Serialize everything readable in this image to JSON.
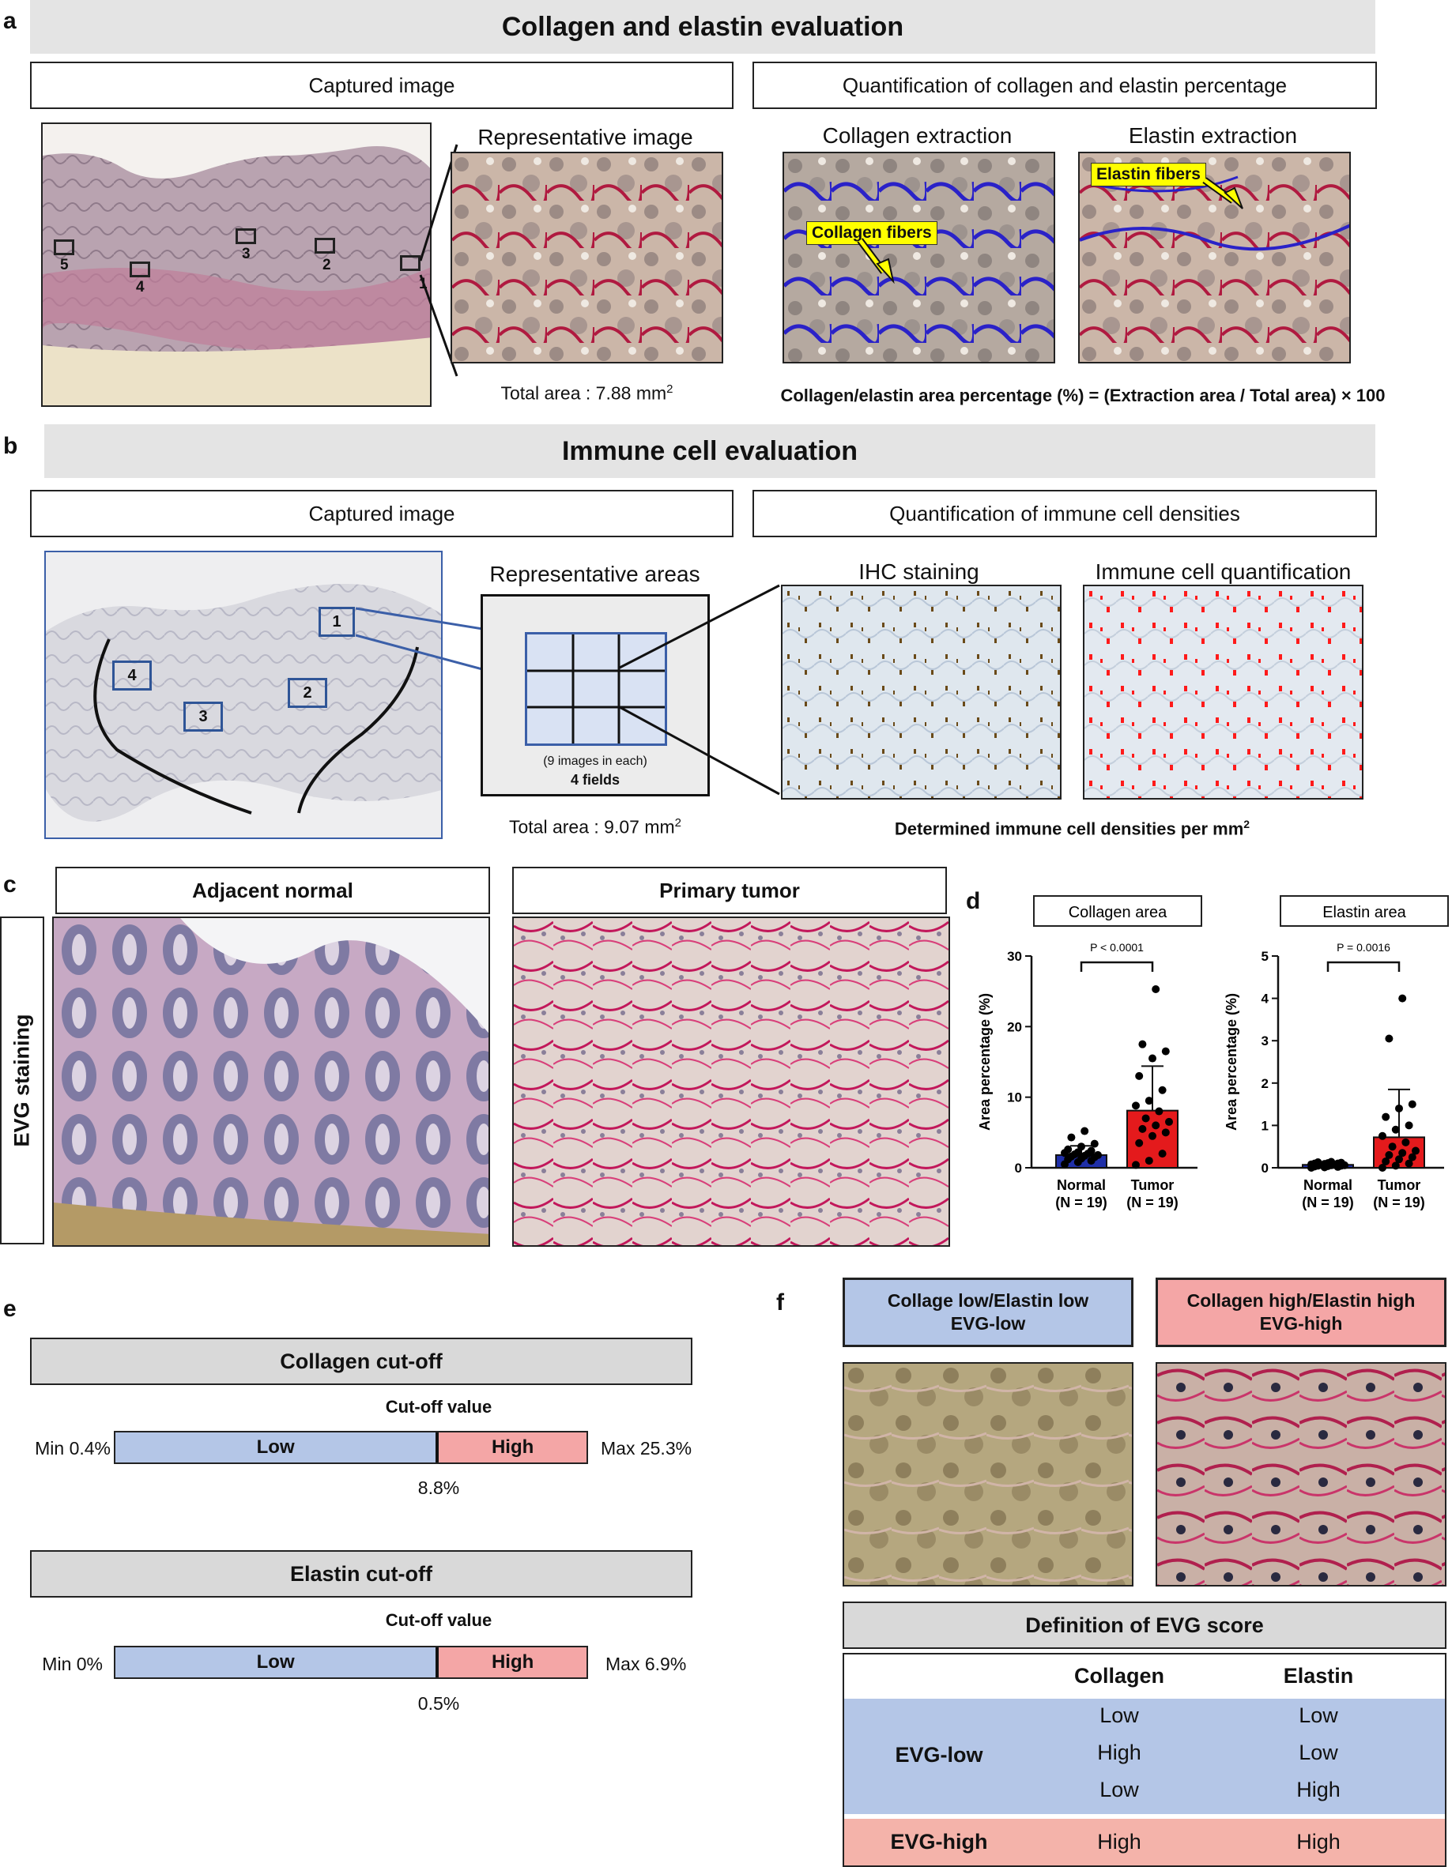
{
  "panel_a": {
    "letter": "a",
    "title": "Collagen and elastin evaluation",
    "captured_box": "Captured image",
    "quant_box": "Quantification of collagen and elastin percentage",
    "representative_label": "Representative image",
    "collagen_label": "Collagen extraction",
    "elastin_label": "Elastin extraction",
    "collagen_callout": "Collagen fibers",
    "elastin_callout": "Elastin fibers",
    "region_numbers": [
      "5",
      "4",
      "3",
      "2",
      "1"
    ],
    "total_area": "Total area : 7.88 mm",
    "total_area_sup": "2",
    "formula": "Collagen/elastin area percentage (%) = (Extraction area / Total area) × 100"
  },
  "panel_b": {
    "letter": "b",
    "title": "Immune cell evaluation",
    "captured_box": "Captured image",
    "quant_box": "Quantification of immune cell densities",
    "representative_label": "Representative areas",
    "ihc_label": "IHC staining",
    "quant_label": "Immune cell quantification",
    "region_numbers": [
      "1",
      "4",
      "2",
      "3"
    ],
    "grid_note": "(9 images in each)",
    "grid_fields": "4 fields",
    "total_area": "Total area : 9.07 mm",
    "total_area_sup": "2",
    "densities": "Determined immune cell densities per mm",
    "densities_sup": "2"
  },
  "panel_c": {
    "letter": "c",
    "normal_box": "Adjacent normal",
    "tumor_box": "Primary tumor",
    "side_label": "EVG staining"
  },
  "panel_d": {
    "letter": "d",
    "ylabel": "Area percentage (%)",
    "categories_line1": [
      "Normal",
      "Tumor"
    ],
    "categories_line2": [
      "(N = 19)",
      "(N = 19)"
    ]
  },
  "chart_data": [
    {
      "type": "bar",
      "title": "Collagen area",
      "ylabel": "Area percentage (%)",
      "categories": [
        "Normal (N = 19)",
        "Tumor (N = 19)"
      ],
      "values": [
        1.8,
        8.1
      ],
      "error_upper": [
        3.1,
        14.4
      ],
      "ylim": [
        0,
        30
      ],
      "yticks": [
        0,
        10,
        20,
        30
      ],
      "pvalue": "P < 0.0001",
      "colors": [
        "#1f2fa8",
        "#e41a1c"
      ],
      "points": [
        [
          0.5,
          0.8,
          1.0,
          1.2,
          1.3,
          1.5,
          1.6,
          1.7,
          1.8,
          1.9,
          2.0,
          2.1,
          2.2,
          2.4,
          2.6,
          3.0,
          3.4,
          4.3,
          5.2
        ],
        [
          0.4,
          1.0,
          2.0,
          3.5,
          4.5,
          5.0,
          5.5,
          6.0,
          6.5,
          7.0,
          8.0,
          8.8,
          9.5,
          11.0,
          13.0,
          15.5,
          16.5,
          17.5,
          25.3
        ]
      ]
    },
    {
      "type": "bar",
      "title": "Elastin area",
      "ylabel": "Area percentage (%)",
      "categories": [
        "Normal (N = 19)",
        "Tumor (N = 19)"
      ],
      "values": [
        0.07,
        0.72
      ],
      "error_upper": [
        0.12,
        1.85
      ],
      "ylim": [
        0,
        5
      ],
      "yticks": [
        0,
        1,
        2,
        3,
        4,
        5
      ],
      "pvalue": "P = 0.0016",
      "colors": [
        "#1f2fa8",
        "#e41a1c"
      ],
      "points": [
        [
          0.0,
          0.01,
          0.02,
          0.03,
          0.04,
          0.05,
          0.05,
          0.06,
          0.06,
          0.07,
          0.08,
          0.08,
          0.09,
          0.1,
          0.1,
          0.11,
          0.12,
          0.13,
          0.14
        ],
        [
          0.0,
          0.05,
          0.1,
          0.15,
          0.2,
          0.25,
          0.3,
          0.35,
          0.4,
          0.5,
          0.6,
          0.75,
          0.9,
          1.0,
          1.2,
          1.4,
          1.5,
          3.05,
          4.0
        ]
      ]
    }
  ],
  "panel_e": {
    "letter": "e",
    "collagen_title": "Collagen cut-off",
    "collagen_cutoff_label": "Cut-off value",
    "collagen_min": "Min 0.4%",
    "collagen_max": "Max 25.3%",
    "collagen_value": "8.8%",
    "elastin_title": "Elastin cut-off",
    "elastin_cutoff_label": "Cut-off value",
    "elastin_min": "Min 0%",
    "elastin_max": "Max 6.9%",
    "elastin_value": "0.5%",
    "low": "Low",
    "high": "High",
    "low_fraction": 0.68
  },
  "panel_f": {
    "letter": "f",
    "low_box_line1": "Collage low/Elastin low",
    "low_box_line2": "EVG-low",
    "high_box_line1": "Collagen high/Elastin high",
    "high_box_line2": "EVG-high",
    "table_title": "Definition of EVG score",
    "col_collagen": "Collagen",
    "col_elastin": "Elastin",
    "evg_low": "EVG-low",
    "evg_high": "EVG-high",
    "low_rows": [
      [
        "Low",
        "Low"
      ],
      [
        "High",
        "Low"
      ],
      [
        "Low",
        "High"
      ]
    ],
    "high_row": [
      "High",
      "High"
    ]
  },
  "colors": {
    "gray_bar": "#e4e4e4",
    "low_blue": "#b4c6e7",
    "high_red": "#f4a6a6",
    "bar_blue": "#1f2fa8",
    "bar_red": "#e41a1c",
    "callout_yellow": "#ffff00",
    "frame_blue": "#2f5597"
  }
}
